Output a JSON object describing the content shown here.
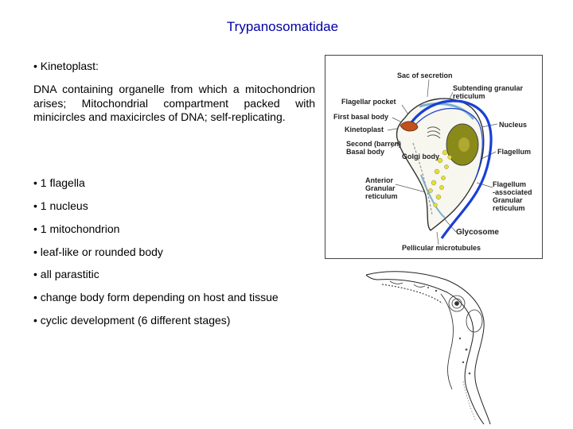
{
  "title": "Trypanosomatidae",
  "bullets": {
    "kinetoplast": "• Kinetoplast:",
    "paragraph": "DNA containing organelle from which a mitochondrion arises; Mitochondrial compartment packed with minicircles and maxicircles of DNA; self-replicating.",
    "flagella": "• 1 flagella",
    "nucleus": "• 1 nucleus",
    "mitochondrion": "• 1 mitochondrion",
    "body": "•  leaf-like or rounded body",
    "parasitic": "• all parastitic",
    "form": "• change body form depending on host and tissue",
    "cyclic": "• cyclic development (6 different stages)"
  },
  "diagram": {
    "labels": {
      "sac_of_secretion": "Sac of secretion",
      "subtending": "Subtending granular\nreticulum",
      "flagellar_pocket": "Flagellar pocket",
      "first_basal": "First basal body",
      "nucleus": "Nucleus",
      "kinetoplast": "Kinetoplast",
      "second_basal": "Second (barren)\nBasal body",
      "golgi": "Golgi body",
      "flagellum": "Flagellum",
      "anterior": "Anterior\nGranular\nreticulum",
      "flag_assoc": "Flagellum\n-associated\nGranular\nreticulum",
      "glycosome": "Glycosome",
      "pellicular": "Pellicular microtubules"
    },
    "colors": {
      "flagellum": "#1a3fd6",
      "nucleus": "#8a8a1a",
      "kinetoplast": "#c0501e",
      "glycosome": "#e8e020",
      "reticulum": "#7cb0d0"
    }
  }
}
